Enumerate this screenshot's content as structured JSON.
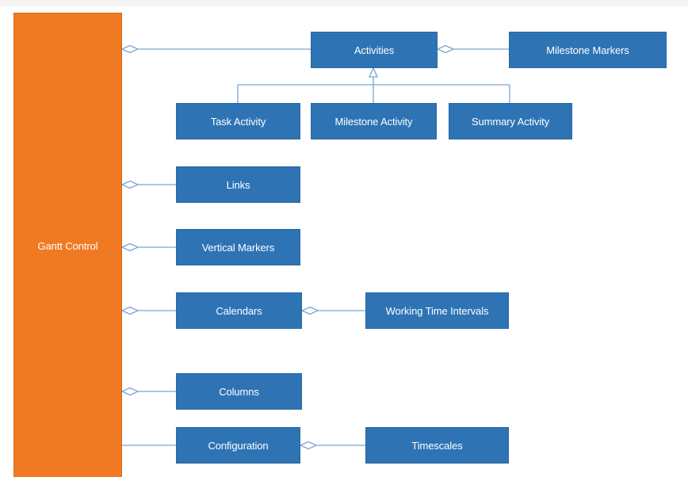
{
  "colors": {
    "container": "#f07a23",
    "box": "#2e74b5",
    "connector": "#7aa6d2",
    "text": "#ffffff"
  },
  "diagram": {
    "container": {
      "label": "Gantt Control"
    },
    "nodes": {
      "activities": "Activities",
      "milestone_markers": "Milestone Markers",
      "task_activity": "Task Activity",
      "milestone_activity": "Milestone Activity",
      "summary_activity": "Summary Activity",
      "links": "Links",
      "vertical_markers": "Vertical Markers",
      "calendars": "Calendars",
      "working_time_intervals": "Working Time Intervals",
      "columns": "Columns",
      "configuration": "Configuration",
      "timescales": "Timescales"
    },
    "relations": [
      {
        "from": "gantt_control",
        "to": "activities",
        "type": "aggregation"
      },
      {
        "from": "activities",
        "to": "milestone_markers",
        "type": "aggregation"
      },
      {
        "from": "task_activity",
        "to": "activities",
        "type": "generalization"
      },
      {
        "from": "milestone_activity",
        "to": "activities",
        "type": "generalization"
      },
      {
        "from": "summary_activity",
        "to": "activities",
        "type": "generalization"
      },
      {
        "from": "gantt_control",
        "to": "links",
        "type": "aggregation"
      },
      {
        "from": "gantt_control",
        "to": "vertical_markers",
        "type": "aggregation"
      },
      {
        "from": "gantt_control",
        "to": "calendars",
        "type": "aggregation"
      },
      {
        "from": "calendars",
        "to": "working_time_intervals",
        "type": "aggregation"
      },
      {
        "from": "gantt_control",
        "to": "columns",
        "type": "aggregation"
      },
      {
        "from": "gantt_control",
        "to": "configuration",
        "type": "association"
      },
      {
        "from": "configuration",
        "to": "timescales",
        "type": "aggregation"
      }
    ]
  }
}
